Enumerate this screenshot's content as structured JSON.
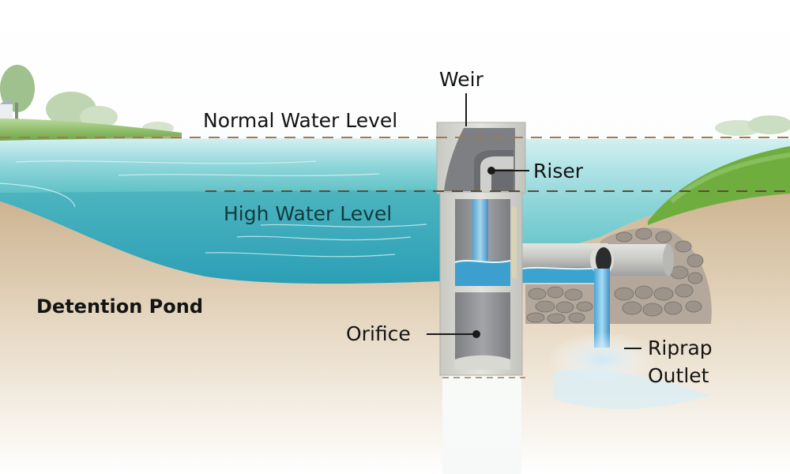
{
  "diagram": {
    "subject": "Detention Pond outlet structure cross-section",
    "labels": {
      "weir": "Weir",
      "normal_water_level": "Normal Water Level",
      "riser": "Riser",
      "high_water_level": "High Water Level",
      "detention_pond": "Detention Pond",
      "orifice": "Orifice",
      "riprap_outlet_line1": "Riprap",
      "riprap_outlet_line2": "Outlet"
    },
    "colors": {
      "water_light": "#bfe9ec",
      "water_mid": "#5fc3c7",
      "water_deep": "#2a9db5",
      "soil": "#d8c3a3",
      "concrete": "#d9d9d4",
      "concrete_dark": "#8f9092",
      "grass": "#6fae3e",
      "level_dash": "#a07a50",
      "label_text": "#141414"
    }
  }
}
